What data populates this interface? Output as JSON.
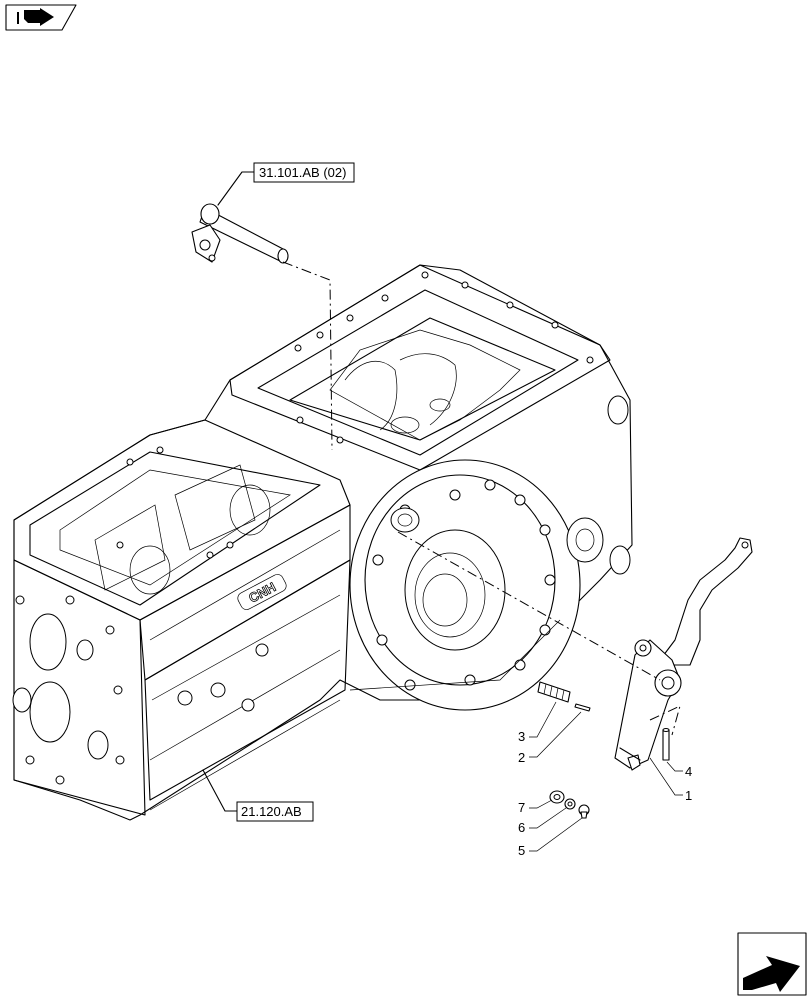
{
  "references": {
    "top": "31.101.AB (02)",
    "bottom": "21.120.AB"
  },
  "casting_text": "CNH",
  "parts": {
    "p1": "1",
    "p2": "2",
    "p3": "3",
    "p4": "4",
    "p5": "5",
    "p6": "6",
    "p7": "7"
  },
  "icons": {
    "top_left": "book-arrow-icon",
    "bottom_right": "next-page-arrow-icon"
  }
}
